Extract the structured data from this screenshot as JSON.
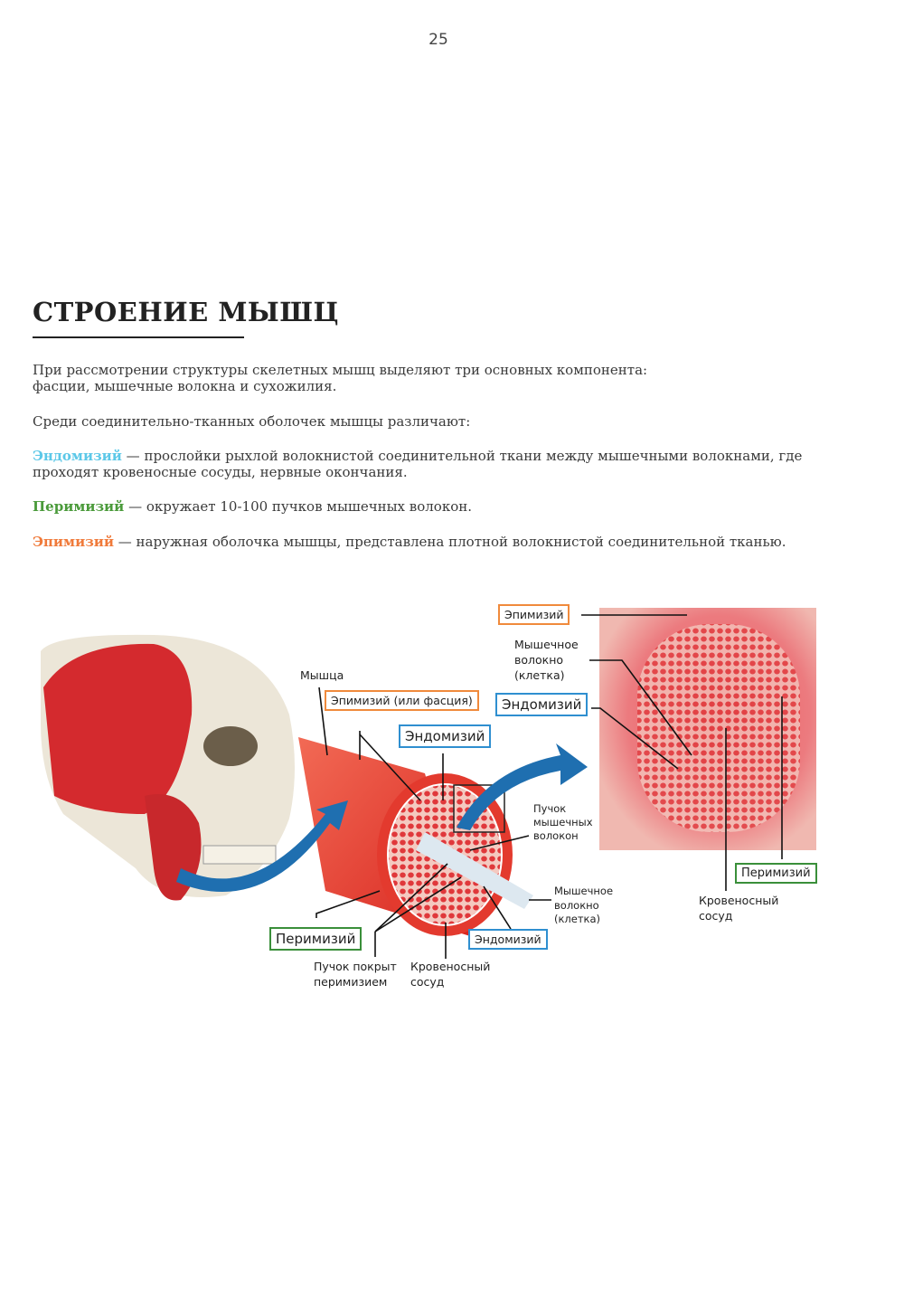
{
  "page_number": "25",
  "title": "СТРОЕНИЕ МЫШЦ",
  "paragraphs": {
    "intro_1": "При рассмотрении структуры скелетных мышц выделяют три основных компонента:",
    "intro_2": "фасции, мышечные волокна и сухожилия.",
    "intro_3": "Среди соединительно-тканных оболочек мышцы различают:",
    "endomysium_term": "Эндомизий",
    "endomysium_text_1": " — прослойки рыхлой волокнистой соединительной ткани между мышечными волокнами, где",
    "endomysium_text_2": "проходят кровеносные сосуды, нервные окончания.",
    "perimysium_term": "Перимизий",
    "perimysium_text": " — окружает 10-100 пучков мышечных волокон.",
    "epimysium_term": "Эпимизий",
    "epimysium_text": " — наружная оболочка мышцы, представлена плотной волокнистой соединительной тканью."
  },
  "colors": {
    "endomysium": "#5cc8e8",
    "perimysium": "#4a9a3a",
    "epimysium": "#f07a3a"
  },
  "diagram": {
    "epimysium_top": "Эпимизий",
    "muscle_fiber_top_1": "Мышечное",
    "muscle_fiber_top_2": "волокно",
    "muscle_fiber_top_3": "(клетка)",
    "muscle": "Мышца",
    "epimysium_fascia": "Эпимизий (или фасция)",
    "endomysium_right": "Эндомизий",
    "endomysium_center": "Эндомизий",
    "bundle_1": "Пучок",
    "bundle_2": "мышечных",
    "bundle_3": "волокон",
    "perimysium_right": "Перимизий",
    "vessel_right_1": "Кровеносный",
    "vessel_right_2": "сосуд",
    "muscle_fiber_mid_1": "Мышечное",
    "muscle_fiber_mid_2": "волокно",
    "muscle_fiber_mid_3": "(клетка)",
    "perimysium_left": "Перимизий",
    "endomysium_bottom": "Эндомизий",
    "bundle_covered_1": "Пучок покрыт",
    "bundle_covered_2": "перимизием",
    "vessel_bottom_1": "Кровеносный",
    "vessel_bottom_2": "сосуд"
  }
}
